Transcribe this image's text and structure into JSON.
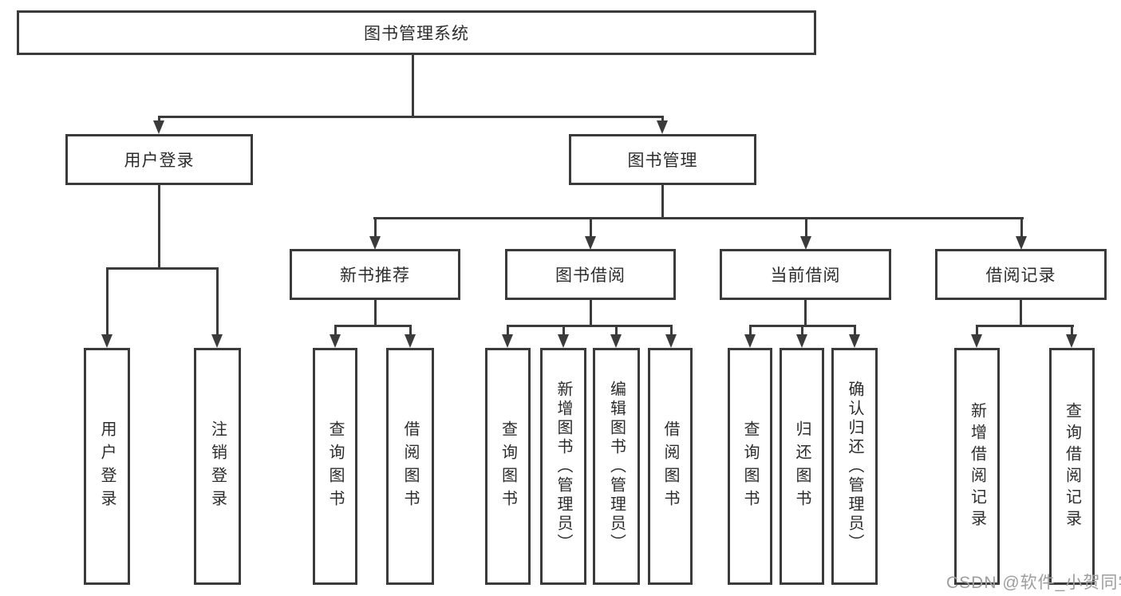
{
  "diagram": {
    "root": {
      "label": "图书管理系统"
    },
    "level2": {
      "user_login": {
        "label": "用户登录"
      },
      "book_management": {
        "label": "图书管理"
      }
    },
    "level3": {
      "new_book_recommend": {
        "label": "新书推荐"
      },
      "book_borrowing": {
        "label": "图书借阅"
      },
      "current_borrowing": {
        "label": "当前借阅"
      },
      "borrowing_records": {
        "label": "借阅记录"
      }
    },
    "leaves": {
      "user_login": [
        "用户登录",
        "注销登录"
      ],
      "new_book_recommend": [
        "查询图书",
        "借阅图书"
      ],
      "book_borrowing": [
        "查询图书",
        "新增图书（管理员）",
        "编辑图书（管理员）",
        "借阅图书"
      ],
      "current_borrowing": [
        "查询图书",
        "归还图书",
        "确认归还（管理员）"
      ],
      "borrowing_records": [
        "新增借阅记录",
        "查询借阅记录"
      ]
    }
  },
  "watermark": {
    "text": "CSDN @软件_小贺同学"
  },
  "colors": {
    "line": "#3b3b3b",
    "text": "#2c2c2c",
    "watermark": "#9e9e9e",
    "background": "#ffffff"
  }
}
